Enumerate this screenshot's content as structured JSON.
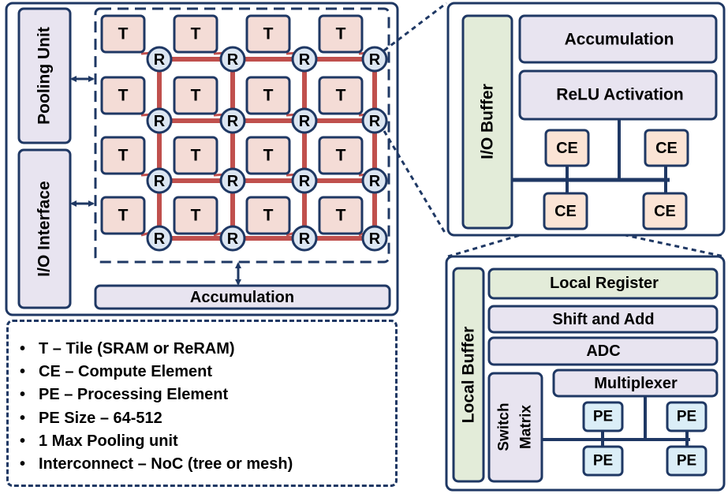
{
  "left_panel": {
    "pooling_unit": "Pooling Unit",
    "io_interface": "I/O Interface",
    "accumulation": "Accumulation",
    "tile_label": "T",
    "router_label": "R"
  },
  "ce_panel": {
    "io_buffer": "I/O Buffer",
    "accumulation": "Accumulation",
    "relu": "ReLU Activation",
    "ce_label": "CE"
  },
  "pe_panel": {
    "local_buffer": "Local Buffer",
    "local_register": "Local Register",
    "shift_add": "Shift and Add",
    "adc": "ADC",
    "multiplexer": "Multiplexer",
    "switch_line1": "Switch",
    "switch_line2": "Matrix",
    "pe_label": "PE"
  },
  "legend": [
    "T – Tile (SRAM or ReRAM)",
    "CE – Compute Element",
    "PE – Processing Element",
    "PE Size – 64-512",
    "1 Max Pooling unit",
    "Interconnect – NoC (tree or mesh)"
  ],
  "colors": {
    "border": "#1f3864",
    "tile_fill": "#f4dcd6",
    "router_fill": "#dce6f2",
    "mesh": "#c0504d",
    "box_fill": "#e8e4f0",
    "green_fill": "#e3ecd9",
    "ce_fill": "#fbe4d5",
    "pe_fill": "#dbeef7"
  }
}
